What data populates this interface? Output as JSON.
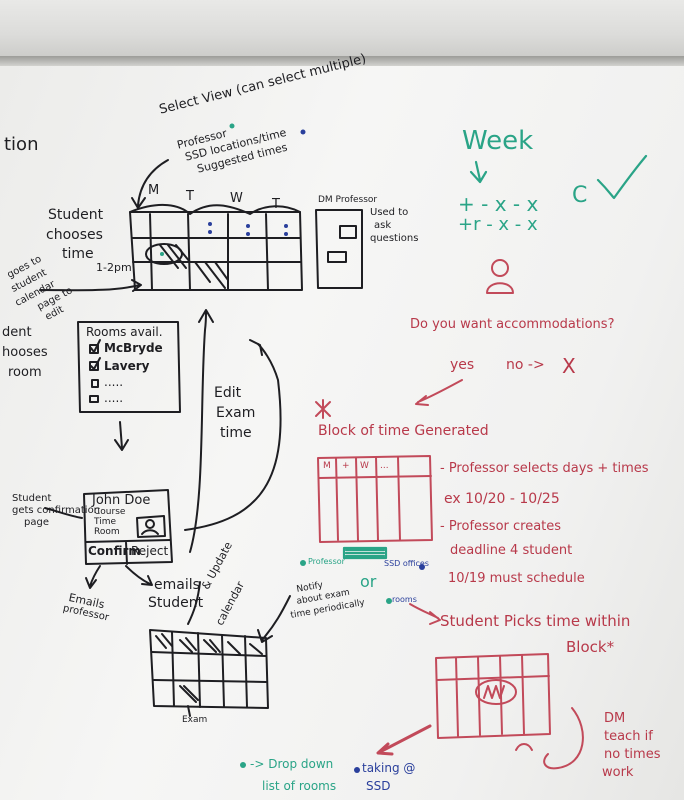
{
  "whiteboard": {
    "left_edge": {
      "fragment_tion": "tion",
      "student_chooses_room": [
        "dent",
        "hooses",
        "room"
      ]
    },
    "schedule_view": {
      "select_view_title": "Select View (can select multiple)",
      "view_options": [
        "Professor",
        "SSD locations/time",
        "Suggested times"
      ],
      "day_headers": [
        "M",
        "T",
        "W",
        "T"
      ],
      "student_chooses_time": [
        "Student",
        "chooses",
        "time"
      ],
      "time_label": "1-2pm",
      "goes_to_calendar": [
        "goes to",
        "student",
        "calendar",
        "page to",
        "edit"
      ],
      "dm_professor_label": "DM Professor",
      "dm_note": [
        "Used to",
        "ask",
        "questions"
      ]
    },
    "rooms_panel": {
      "title": "Rooms avail.",
      "rooms": [
        "McBryde",
        "Lavery",
        ".....",
        "....."
      ]
    },
    "edit_exam_time": [
      "Edit",
      "Exam",
      "time"
    ],
    "confirmation": {
      "side_label": [
        "Student",
        "gets confirmation",
        "page"
      ],
      "name": "John Doe",
      "fields": [
        "Course",
        "Time",
        "Room"
      ],
      "confirm_label": "Confirm",
      "reject_label": "Reject"
    },
    "outcomes": {
      "emails_professor": [
        "Emails",
        "professor"
      ],
      "emails_student": [
        "emails",
        "Student"
      ],
      "update_calendar": [
        "& Update",
        "calendar"
      ],
      "notify": [
        "Notify",
        "about exam",
        "time periodically"
      ],
      "exam_label": "Exam"
    },
    "week": {
      "title": "Week",
      "row1": "+ - x - x",
      "row2": "+r - x - x",
      "mark": "C"
    },
    "accommodations": {
      "question": "Do you want accommodations?",
      "yes": "yes",
      "no": "no ->",
      "x": "X"
    },
    "block_generated": {
      "title": "Block of time Generated",
      "grid_headers": [
        "M",
        "+",
        "W",
        "..."
      ],
      "notes": [
        "- Professor selects days + times",
        "ex 10/20 - 10/25",
        "- Professor creates",
        "deadline 4 student",
        "10/19 must schedule"
      ]
    },
    "toggle": {
      "left_label": "Professor",
      "right_label": "SSD offices",
      "or": "or",
      "rooms_label": "rooms"
    },
    "student_picks": {
      "line1": "Student Picks time within",
      "line2": "Block*"
    },
    "dm_teach": [
      "DM",
      "teach if",
      "no times",
      "work"
    ],
    "bottom_notes": {
      "dropdown": [
        "-> Drop down",
        "list of rooms"
      ],
      "taking": [
        "taking @",
        "SSD"
      ]
    }
  }
}
